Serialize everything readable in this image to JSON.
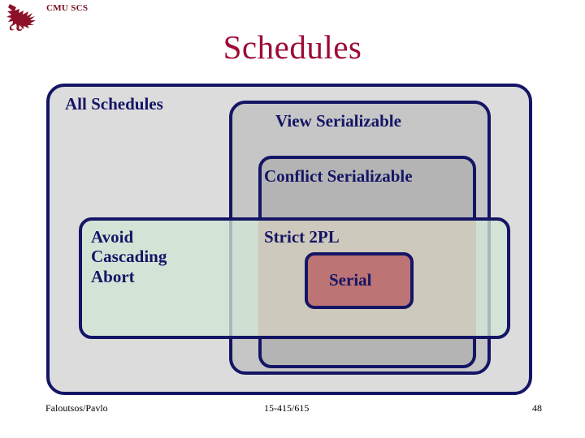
{
  "header": {
    "logo_icon": "cmu-scs-dragon-logo",
    "brand": "CMU SCS",
    "brand_color": "#7b0a1e"
  },
  "title": {
    "text": "Schedules",
    "color": "#9e0b35"
  },
  "diagram": {
    "type": "nested-set-venn",
    "border_color": "#151566",
    "boxes": [
      {
        "id": "all",
        "label": "All Schedules",
        "fill": "#dcdcdc"
      },
      {
        "id": "view",
        "label": "View Serializable",
        "fill": "#c6c6c6"
      },
      {
        "id": "conflict",
        "label": "Conflict Serializable",
        "fill": "#b4b4b4"
      },
      {
        "id": "aca",
        "label": "Avoid\nCascading\nAbort",
        "fill": "#d1e5d5"
      },
      {
        "id": "strict",
        "label": "Strict 2PL",
        "fill": "#c06363"
      },
      {
        "id": "serial",
        "label": "Serial",
        "fill": "#bd7474"
      }
    ]
  },
  "footer": {
    "author": "Faloutsos/Pavlo",
    "course": "15-415/615",
    "page": "48"
  }
}
